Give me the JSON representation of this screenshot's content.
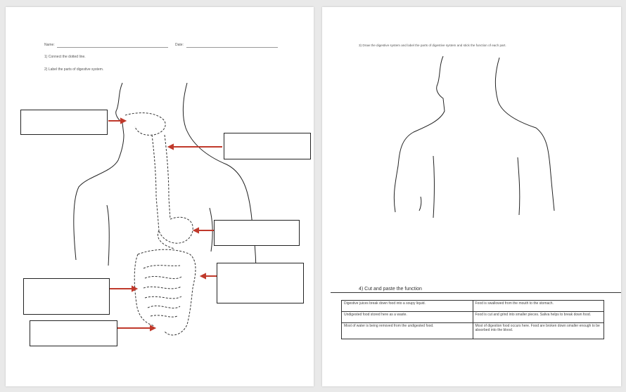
{
  "left_page": {
    "name_label": "Name:",
    "date_label": "Date:",
    "instruction_1": "1) Connect the dotted line.",
    "instruction_2": "2) Label the parts of digestive system."
  },
  "right_page": {
    "instruction": "3) Draw the digestive system and label the parts of digestive system and stick the function of each part.",
    "cut_paste_title": "4) Cut and paste the function",
    "functions_table": [
      [
        "Digestive juices break down food into a soupy liquid.",
        "Food is swallowed from the mouth to the stomach."
      ],
      [
        "Undigested food stored here as a waste.",
        "Food is cut and grind into smaller pieces. Saliva helps to break down food."
      ],
      [
        "Most of water is being removed from the undigested food.",
        "Most of digestion food occurs here. Food are broken down smaller enough to be absorbed into the blood."
      ]
    ]
  },
  "colors": {
    "arrow": "#c0392b",
    "outline": "#222222",
    "dotted": "#333333"
  }
}
